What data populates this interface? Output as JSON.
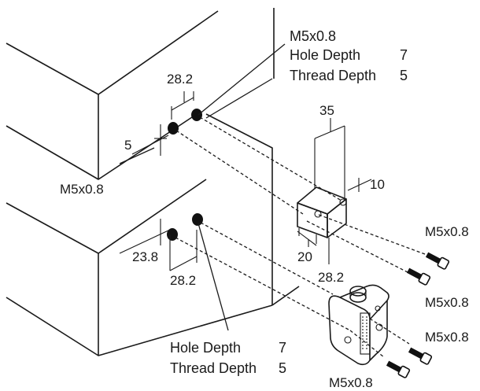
{
  "top_note": {
    "thread": "M5x0.8",
    "hole_depth_label": "Hole Depth",
    "hole_depth_value": "7",
    "thread_depth_label": "Thread Depth",
    "thread_depth_value": "5"
  },
  "bottom_note": {
    "hole_depth_label": "Hole Depth",
    "hole_depth_value": "7",
    "thread_depth_label": "Thread Depth",
    "thread_depth_value": "5"
  },
  "dimensions": {
    "upper_spacing": "28.2",
    "upper_edge": "5",
    "upper_thread": "M5x0.8",
    "lower_edge": "23.8",
    "lower_spacing": "28.2",
    "bracket_width": "35",
    "bracket_thickness": "10",
    "bracket_bottom_a": "20",
    "bracket_bottom_b": "28.2"
  },
  "screws": [
    {
      "label": "M5x0.8"
    },
    {
      "label": "M5x0.8"
    },
    {
      "label": "M5x0.8"
    },
    {
      "label": "M5x0.8"
    }
  ]
}
